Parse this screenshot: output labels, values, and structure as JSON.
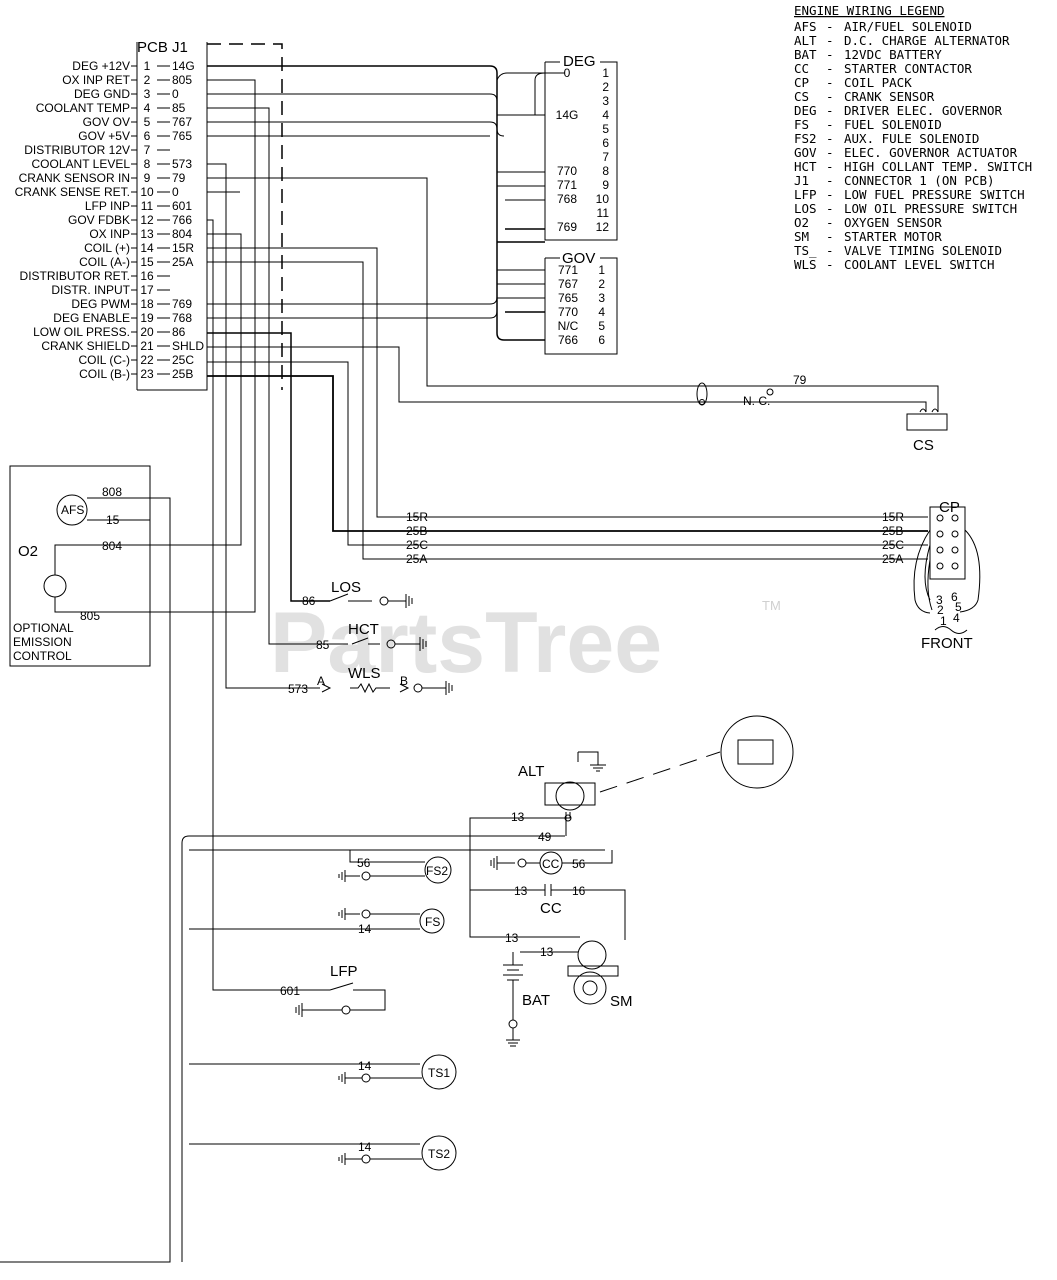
{
  "legend": {
    "title": "ENGINE WIRING LEGEND",
    "items": [
      {
        "code": "AFS",
        "desc": "AIR/FUEL SOLENOID"
      },
      {
        "code": "ALT",
        "desc": "D.C. CHARGE ALTERNATOR"
      },
      {
        "code": "BAT",
        "desc": "12VDC BATTERY"
      },
      {
        "code": "CC",
        "desc": "STARTER CONTACTOR"
      },
      {
        "code": "CP",
        "desc": "COIL PACK"
      },
      {
        "code": "CS",
        "desc": "CRANK SENSOR"
      },
      {
        "code": "DEG",
        "desc": "DRIVER ELEC. GOVERNOR"
      },
      {
        "code": "FS",
        "desc": "FUEL SOLENOID"
      },
      {
        "code": "FS2",
        "desc": "AUX. FULE SOLENOID"
      },
      {
        "code": "GOV",
        "desc": "ELEC. GOVERNOR ACTUATOR"
      },
      {
        "code": "HCT",
        "desc": "HIGH COLLANT TEMP. SWITCH"
      },
      {
        "code": "J1",
        "desc": "CONNECTOR 1 (ON PCB)"
      },
      {
        "code": "LFP",
        "desc": "LOW FUEL PRESSURE SWITCH"
      },
      {
        "code": "LOS",
        "desc": "LOW OIL PRESSURE SWITCH"
      },
      {
        "code": "O2",
        "desc": "OXYGEN SENSOR"
      },
      {
        "code": "SM",
        "desc": "STARTER MOTOR"
      },
      {
        "code": "TS_",
        "desc": "VALVE TIMING SOLENOID"
      },
      {
        "code": "WLS",
        "desc": "COOLANT LEVEL SWITCH"
      }
    ]
  },
  "pcb": {
    "title": "PCB J1",
    "pins": [
      {
        "label": "DEG +12V",
        "pin": "1",
        "wire": "14G"
      },
      {
        "label": "OX INP RET",
        "pin": "2",
        "wire": "805"
      },
      {
        "label": "DEG GND",
        "pin": "3",
        "wire": "0"
      },
      {
        "label": "COOLANT TEMP",
        "pin": "4",
        "wire": "85"
      },
      {
        "label": "GOV OV",
        "pin": "5",
        "wire": "767"
      },
      {
        "label": "GOV +5V",
        "pin": "6",
        "wire": "765"
      },
      {
        "label": "DISTRIBUTOR 12V",
        "pin": "7",
        "wire": ""
      },
      {
        "label": "COOLANT LEVEL",
        "pin": "8",
        "wire": "573"
      },
      {
        "label": "CRANK SENSOR IN",
        "pin": "9",
        "wire": "79"
      },
      {
        "label": "CRANK SENSE RET.",
        "pin": "10",
        "wire": "0"
      },
      {
        "label": "LFP INP",
        "pin": "11",
        "wire": "601"
      },
      {
        "label": "GOV FDBK",
        "pin": "12",
        "wire": "766"
      },
      {
        "label": "OX INP",
        "pin": "13",
        "wire": "804"
      },
      {
        "label": "COIL (+)",
        "pin": "14",
        "wire": "15R"
      },
      {
        "label": "COIL (A-)",
        "pin": "15",
        "wire": "25A"
      },
      {
        "label": "DISTRIBUTOR RET.",
        "pin": "16",
        "wire": ""
      },
      {
        "label": "DISTR. INPUT",
        "pin": "17",
        "wire": ""
      },
      {
        "label": "DEG PWM",
        "pin": "18",
        "wire": "769"
      },
      {
        "label": "DEG ENABLE",
        "pin": "19",
        "wire": "768"
      },
      {
        "label": "LOW OIL PRESS.",
        "pin": "20",
        "wire": "86"
      },
      {
        "label": "CRANK SHIELD",
        "pin": "21",
        "wire": "SHLD"
      },
      {
        "label": "COIL (C-)",
        "pin": "22",
        "wire": "25C"
      },
      {
        "label": "COIL (B-)",
        "pin": "23",
        "wire": "25B"
      }
    ]
  },
  "deg": {
    "title": "DEG",
    "pins": [
      {
        "pin": "1",
        "wire": "0"
      },
      {
        "pin": "2",
        "wire": ""
      },
      {
        "pin": "3",
        "wire": ""
      },
      {
        "pin": "4",
        "wire": "14G"
      },
      {
        "pin": "5",
        "wire": ""
      },
      {
        "pin": "6",
        "wire": ""
      },
      {
        "pin": "7",
        "wire": ""
      },
      {
        "pin": "8",
        "wire": "770"
      },
      {
        "pin": "9",
        "wire": "771"
      },
      {
        "pin": "10",
        "wire": "768"
      },
      {
        "pin": "11",
        "wire": ""
      },
      {
        "pin": "12",
        "wire": "769"
      }
    ]
  },
  "gov": {
    "title": "GOV",
    "pins": [
      {
        "pin": "1",
        "wire": "771"
      },
      {
        "pin": "2",
        "wire": "767"
      },
      {
        "pin": "3",
        "wire": "765"
      },
      {
        "pin": "4",
        "wire": "770"
      },
      {
        "pin": "5",
        "wire": "N/C"
      },
      {
        "pin": "6",
        "wire": "766"
      }
    ]
  },
  "cs": {
    "label": "CS",
    "wire_79": "79",
    "wire_nc": "N. C."
  },
  "cp": {
    "label": "CP",
    "front": "FRONT",
    "wires": [
      "15R",
      "25B",
      "25C",
      "25A"
    ],
    "pins": [
      "3",
      "6",
      "2",
      "5",
      "1",
      "4"
    ]
  },
  "o2box": {
    "o2": "O2",
    "afs": "AFS",
    "w808": "808",
    "w15": "15",
    "w804": "804",
    "w805": "805",
    "caption": [
      "OPTIONAL",
      "EMISSION",
      "CONTROL"
    ]
  },
  "switches": {
    "los": "LOS",
    "w86": "86",
    "hct": "HCT",
    "w85": "85",
    "wls": "WLS",
    "w573": "573",
    "a": "A",
    "b": "B",
    "zero": "0"
  },
  "lower": {
    "alt": "ALT",
    "w13": "13",
    "w49": "49",
    "w56": "56",
    "fs2": "FS2",
    "cc": "CC",
    "w16": "16",
    "fs": "FS",
    "w14": "14",
    "bat": "BAT",
    "sm": "SM",
    "lfp": "LFP",
    "w601": "601",
    "ts1": "TS1",
    "ts2": "TS2",
    "zero": "0"
  },
  "watermark": {
    "text": "PartsTree",
    "tm": "TM"
  }
}
